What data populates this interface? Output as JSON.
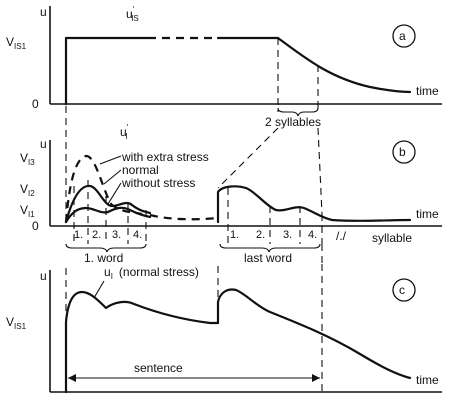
{
  "panels": {
    "a": {
      "letter": "a",
      "y_axis": "u",
      "curve_label_main": "u",
      "curve_label_sup": "′",
      "curve_label_sub": "IS",
      "level_main": "V",
      "level_sub": "IS1",
      "zero": "0",
      "x_axis": "time",
      "annotation": "2 syllables"
    },
    "b": {
      "letter": "b",
      "y_axis": "u",
      "curve_label_main": "u",
      "curve_label_sup": "′",
      "curve_label_sub": "I",
      "level_top_main": "V",
      "level_top_sub": "I3",
      "level_mid_main": "V",
      "level_mid_sub": "I2",
      "level_low_main": "V",
      "level_low_sub": "I1",
      "zero": "0",
      "x_axis": "time",
      "stress_extra": "with extra stress",
      "stress_normal": "normal",
      "stress_none": "without stress",
      "syllables_first": [
        "1.",
        "2.",
        "3.",
        "4."
      ],
      "syllables_last": [
        "1.",
        "2.",
        "3.",
        "4."
      ],
      "pause_mark": "/./",
      "syllable_axis": "syllable",
      "first_word": "1. word",
      "last_word": "last word"
    },
    "c": {
      "letter": "c",
      "y_axis": "u",
      "curve_label_main": "u",
      "curve_label_sub": "I",
      "curve_label_note": "(normal  stress)",
      "level_main": "V",
      "level_sub": "IS1",
      "x_axis": "time",
      "span_label": "sentence"
    }
  }
}
